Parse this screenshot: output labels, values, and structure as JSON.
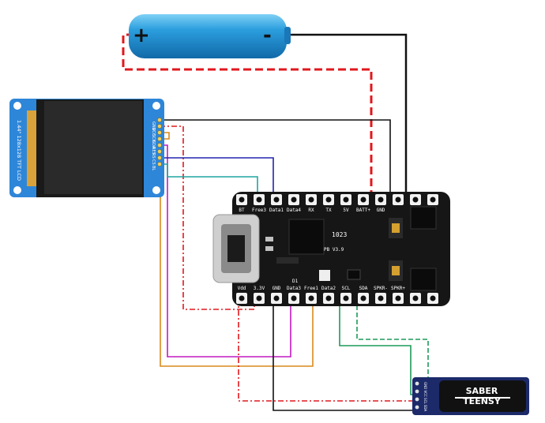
{
  "battery": {
    "plus": "+",
    "minus": "-"
  },
  "lcd": {
    "text": "1.44\" 128x128 TFT LCD",
    "pins": [
      "GND",
      "VCC",
      "SCK",
      "SDA",
      "RES",
      "RS",
      "CS",
      "BL"
    ]
  },
  "board": {
    "top_pins": [
      "BT",
      "Free3",
      "Data1",
      "Data4",
      "RX",
      "TX",
      "5V",
      "BATT+",
      "GND",
      "",
      "",
      ""
    ],
    "bottom_pins": [
      "Vdd",
      "3.3V",
      "GND",
      "Data3",
      "Free1",
      "Data2",
      "SCL",
      "SDA",
      "SPKR-",
      "SPKR+",
      "",
      ""
    ],
    "chip_label": "1023",
    "version": "PB V3.9",
    "d1": "D1"
  },
  "oled": {
    "line1": "SABER",
    "line2": "TEENSY",
    "pins": "GND VCC SCL SDA"
  },
  "colors": {
    "red": "#e0181e",
    "black": "#111111",
    "teal": "#1fa6a0",
    "blue": "#2323b0",
    "magenta": "#c21ac2",
    "orange": "#d98a1c",
    "green": "#1e9a5a"
  }
}
